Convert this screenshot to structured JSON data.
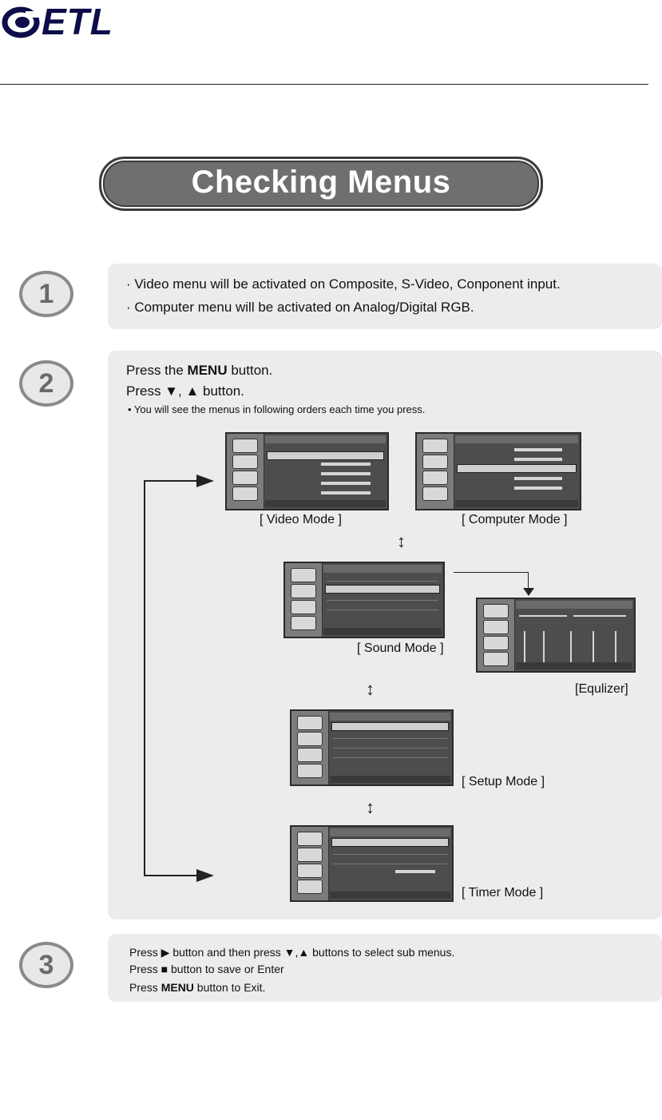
{
  "header": {
    "logo": "ETL"
  },
  "title": "Checking Menus",
  "step1": {
    "number": "1",
    "bullets": [
      "·  Video menu will be activated on Composite, S-Video, Conponent input.",
      "· Computer menu will be activated on Analog/Digital RGB."
    ]
  },
  "step2": {
    "number": "2",
    "line1_pre": "Press the ",
    "line1_bold": "MENU",
    "line1_post": " button.",
    "line2": "Press ▼, ▲ button.",
    "note": "• You will see the menus in following orders each time you press.",
    "captions": {
      "video": "[ Video Mode ]",
      "computer": "[ Computer Mode ]",
      "sound": "[ Sound Mode ]",
      "equalizer": "[Equlizer]",
      "setup": "[ Setup Mode ]",
      "timer": "[ Timer Mode ]"
    },
    "updown_symbol": "↕"
  },
  "step3": {
    "number": "3",
    "line1": "Press ▶ button and then press ▼,▲ buttons to select sub menus.",
    "line2": "Press ■ button to save or Enter",
    "line3_pre": "Press ",
    "line3_bold": "MENU",
    "line3_post": " button to Exit."
  },
  "colors": {
    "osd_bg": "#4d4d4d",
    "panel_bg": "#ececec",
    "title_bg": "#6f6f6f",
    "logo": "#0d0d4a"
  }
}
